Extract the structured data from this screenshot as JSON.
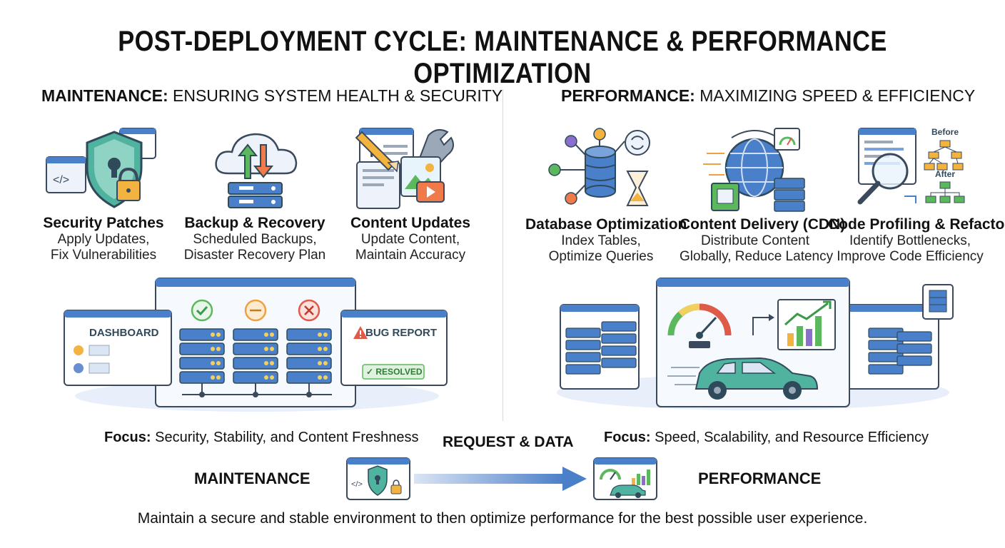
{
  "title": "POST-DEPLOYMENT CYCLE: MAINTENANCE & PERFORMANCE OPTIMIZATION",
  "maintenance": {
    "heading_bold": "MAINTENANCE:",
    "heading_rest": " ENSURING SYSTEM HEALTH & SECURITY",
    "items": [
      {
        "title": "Security Patches",
        "line1": "Apply Updates,",
        "line2": "Fix Vulnerabilities",
        "icon": "shield-lock-icon"
      },
      {
        "title": "Backup & Recovery",
        "line1": "Scheduled Backups,",
        "line2": "Disaster Recovery Plan",
        "icon": "cloud-backup-icon"
      },
      {
        "title": "Content Updates",
        "line1": "Update Content,",
        "line2": "Maintain Accuracy",
        "icon": "content-edit-icon"
      }
    ],
    "dashboard_label": "DASHBOARD",
    "bug_report_label": "BUG REPORT",
    "resolved_label": "✓ RESOLVED",
    "focus_bold": "Focus:",
    "focus_text": " Security, Stability, and Content Freshness"
  },
  "performance": {
    "heading_bold": "PERFORMANCE:",
    "heading_rest": " MAXIMIZING SPEED & EFFICIENCY",
    "items": [
      {
        "title": "Database Optimization",
        "line1": "Index Tables,",
        "line2": "Optimize Queries",
        "icon": "database-network-icon"
      },
      {
        "title": "Content Delivery (CDN)",
        "line1": "Distribute Content",
        "line2": "Globally, Reduce Latency",
        "icon": "globe-cdn-icon"
      },
      {
        "title": "Code Profiling & Refactoring",
        "line1": "Identify Bottlenecks,",
        "line2": "Improve Code Efficiency",
        "icon": "code-magnifier-icon"
      }
    ],
    "before_label": "Before",
    "after_label": "After",
    "focus_bold": "Focus:",
    "focus_text": " Speed, Scalability, and Resource Efficiency"
  },
  "flow": {
    "from_label": "MAINTENANCE",
    "arrow_label": "REQUEST & DATA",
    "to_label": "PERFORMANCE"
  },
  "footer": "Maintain a secure and stable environment to then optimize performance for the best possible user experience.",
  "colors": {
    "blue": "#4a7fc9",
    "light_blue": "#e8effa",
    "green": "#5cb85c",
    "orange": "#f0a040",
    "red": "#e05a4a",
    "teal": "#3aa08f"
  }
}
